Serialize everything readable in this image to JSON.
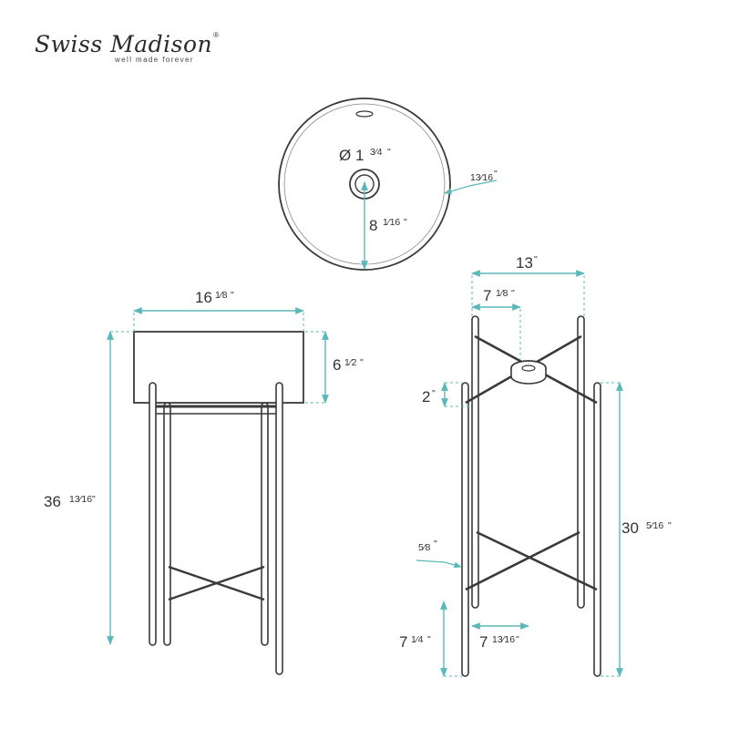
{
  "brand": {
    "name": "Swiss Madison",
    "registered": "®",
    "tagline": "well made forever"
  },
  "colors": {
    "dimension": "#5bb8b8",
    "outline": "#3a3a3a",
    "background": "#ffffff"
  },
  "top_view": {
    "drain_dia": {
      "whole": "Ø 1",
      "frac": "3⁄4",
      "mark": "\""
    },
    "rim": {
      "frac": "13⁄16",
      "mark": "\""
    },
    "center_depth": {
      "whole": "8",
      "frac": "1⁄16",
      "mark": "\""
    }
  },
  "side_view": {
    "width": {
      "whole": "16",
      "frac": "1⁄8",
      "mark": "\""
    },
    "basin_height": {
      "whole": "6",
      "frac": "1⁄2",
      "mark": "\""
    },
    "total_height": {
      "whole": "36",
      "frac": "13⁄16",
      "mark": "\""
    }
  },
  "stand_view": {
    "width": {
      "whole": "13",
      "mark": "\""
    },
    "half_width": {
      "whole": "7",
      "frac": "1⁄8",
      "mark": "\""
    },
    "ring_offset": {
      "whole": "2",
      "mark": "\""
    },
    "leg_dia": {
      "frac": "5⁄8",
      "mark": "\""
    },
    "stand_height": {
      "whole": "30",
      "frac": "5⁄16",
      "mark": "\""
    },
    "bottom_height": {
      "whole": "7",
      "frac": "1⁄4",
      "mark": "\""
    },
    "bottom_width": {
      "whole": "7",
      "frac": "13⁄16",
      "mark": "\""
    }
  }
}
